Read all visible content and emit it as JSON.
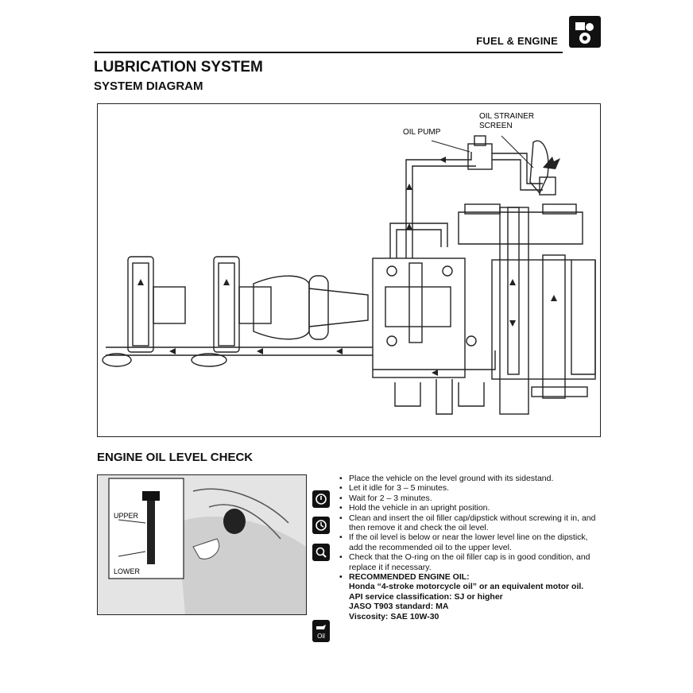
{
  "header": {
    "section": "FUEL & ENGINE",
    "section_icon": "engine-icon"
  },
  "page": {
    "title": "LUBRICATION SYSTEM",
    "subtitle": "SYSTEM DIAGRAM"
  },
  "diagram": {
    "labels": {
      "oil_pump": "OIL PUMP",
      "oil_strainer_line1": "OIL STRAINER",
      "oil_strainer_line2": "SCREEN"
    }
  },
  "oil_check": {
    "title": "ENGINE OIL LEVEL CHECK",
    "dipstick_upper": "UPPER",
    "dipstick_lower": "LOWER",
    "icons": [
      "engine-idle-icon",
      "wait-clock-icon",
      "inspect-icon",
      "oil-can-icon"
    ],
    "oil_icon_label": "Oil",
    "steps_a": [
      "Place the vehicle on the level ground with its sidestand.",
      "Let it idle for 3 – 5 minutes."
    ],
    "steps_b": [
      "Wait for 2 – 3 minutes."
    ],
    "steps_c": [
      "Hold the vehicle in an upright position.",
      "Clean and insert the oil filler cap/dipstick without screwing it in, and then remove it and check the oil level.",
      "If the oil level is below or near the lower level line on the dipstick, add the recommended oil to the upper level.",
      "Check that the O-ring on the oil filler cap is in good condition, and replace it if necessary."
    ],
    "recommended": {
      "heading": "RECOMMENDED ENGINE OIL:",
      "line1": "Honda “4-stroke motorcycle oil” or an equivalent motor oil.",
      "line2": "API service classification: SJ or higher",
      "line3": "JASO T903 standard: MA",
      "line4": "Viscosity: SAE 10W-30"
    }
  }
}
